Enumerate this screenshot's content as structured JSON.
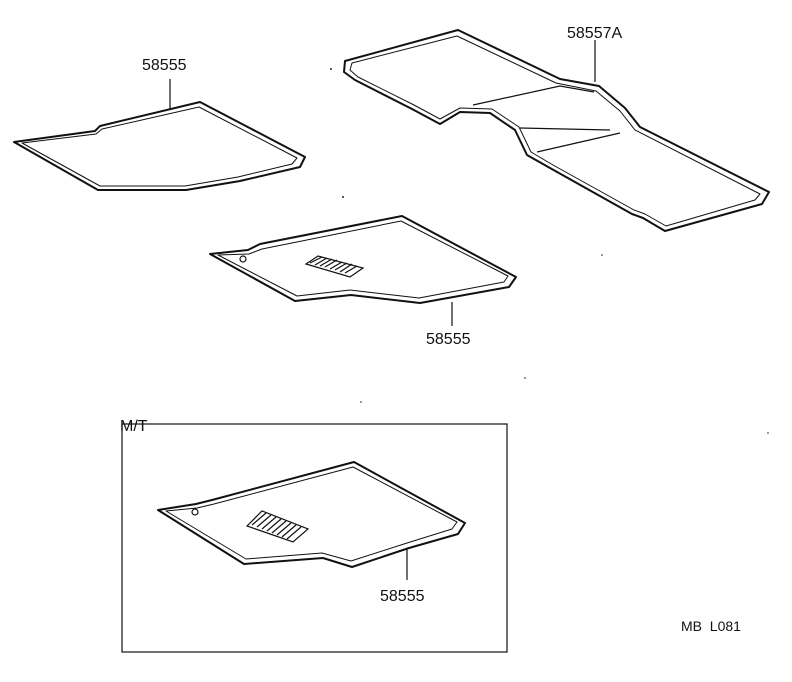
{
  "labels": {
    "mat_front_left": "58555",
    "mat_rear_full": "58557A",
    "mat_front_right": "58555",
    "mat_mt": "58555",
    "mt_box_title": "M/T",
    "drawing_code": "MB  L081"
  }
}
